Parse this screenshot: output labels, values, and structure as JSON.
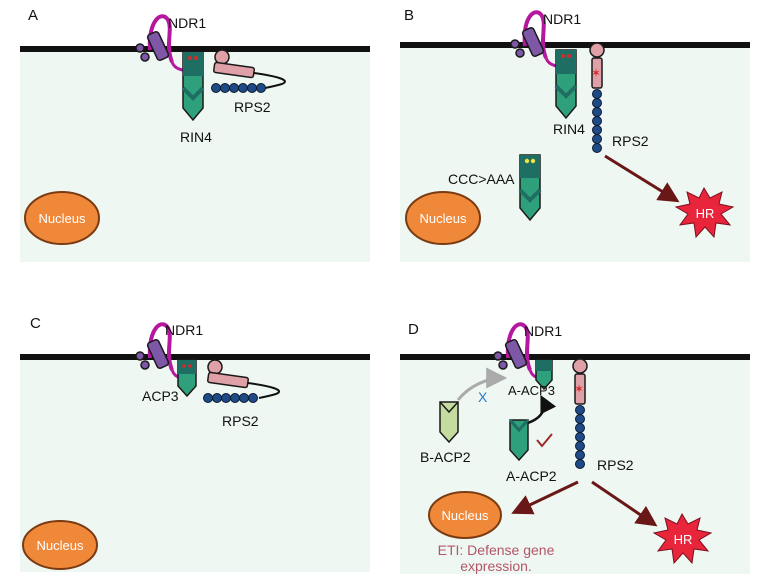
{
  "panels": {
    "a": {
      "letter": "A",
      "labels": {
        "ndr1": "NDR1",
        "rin4": "RIN4",
        "rps2": "RPS2",
        "nucleus": "Nucleus"
      }
    },
    "b": {
      "letter": "B",
      "labels": {
        "ndr1": "NDR1",
        "rin4": "RIN4",
        "rps2": "RPS2",
        "mutant": "CCC>AAA",
        "nucleus": "Nucleus",
        "hr": "HR"
      }
    },
    "c": {
      "letter": "C",
      "labels": {
        "ndr1": "NDR1",
        "acp3": "ACP3",
        "rps2": "RPS2",
        "nucleus": "Nucleus"
      }
    },
    "d": {
      "letter": "D",
      "labels": {
        "ndr1": "NDR1",
        "a_acp3": "A-ACP3",
        "b_acp2": "B-ACP2",
        "a_acp2": "A-ACP2",
        "rps2": "RPS2",
        "nucleus": "Nucleus",
        "hr": "HR",
        "blocked_mark": "X",
        "eti_line1": "ETI: Defense gene",
        "eti_line2": "expression."
      }
    }
  },
  "colors": {
    "cytoplasm": "#eef7f2",
    "membrane": "#111111",
    "ndr1_loop": "#b5179e",
    "ndr1_body": "#7e57a6",
    "rin4_dark": "#1f6e64",
    "rin4_light": "#2fa07c",
    "bead": "#1e4a86",
    "rps2_head": "#e0a0a8",
    "nucleus": "#f0883a",
    "hr": "#e8253a",
    "arrow": "#6a1717",
    "eti_text": "#b4566a",
    "b_acp2": "#c5dca0",
    "block_x": "#2b7cc4",
    "check": "#a02828"
  }
}
